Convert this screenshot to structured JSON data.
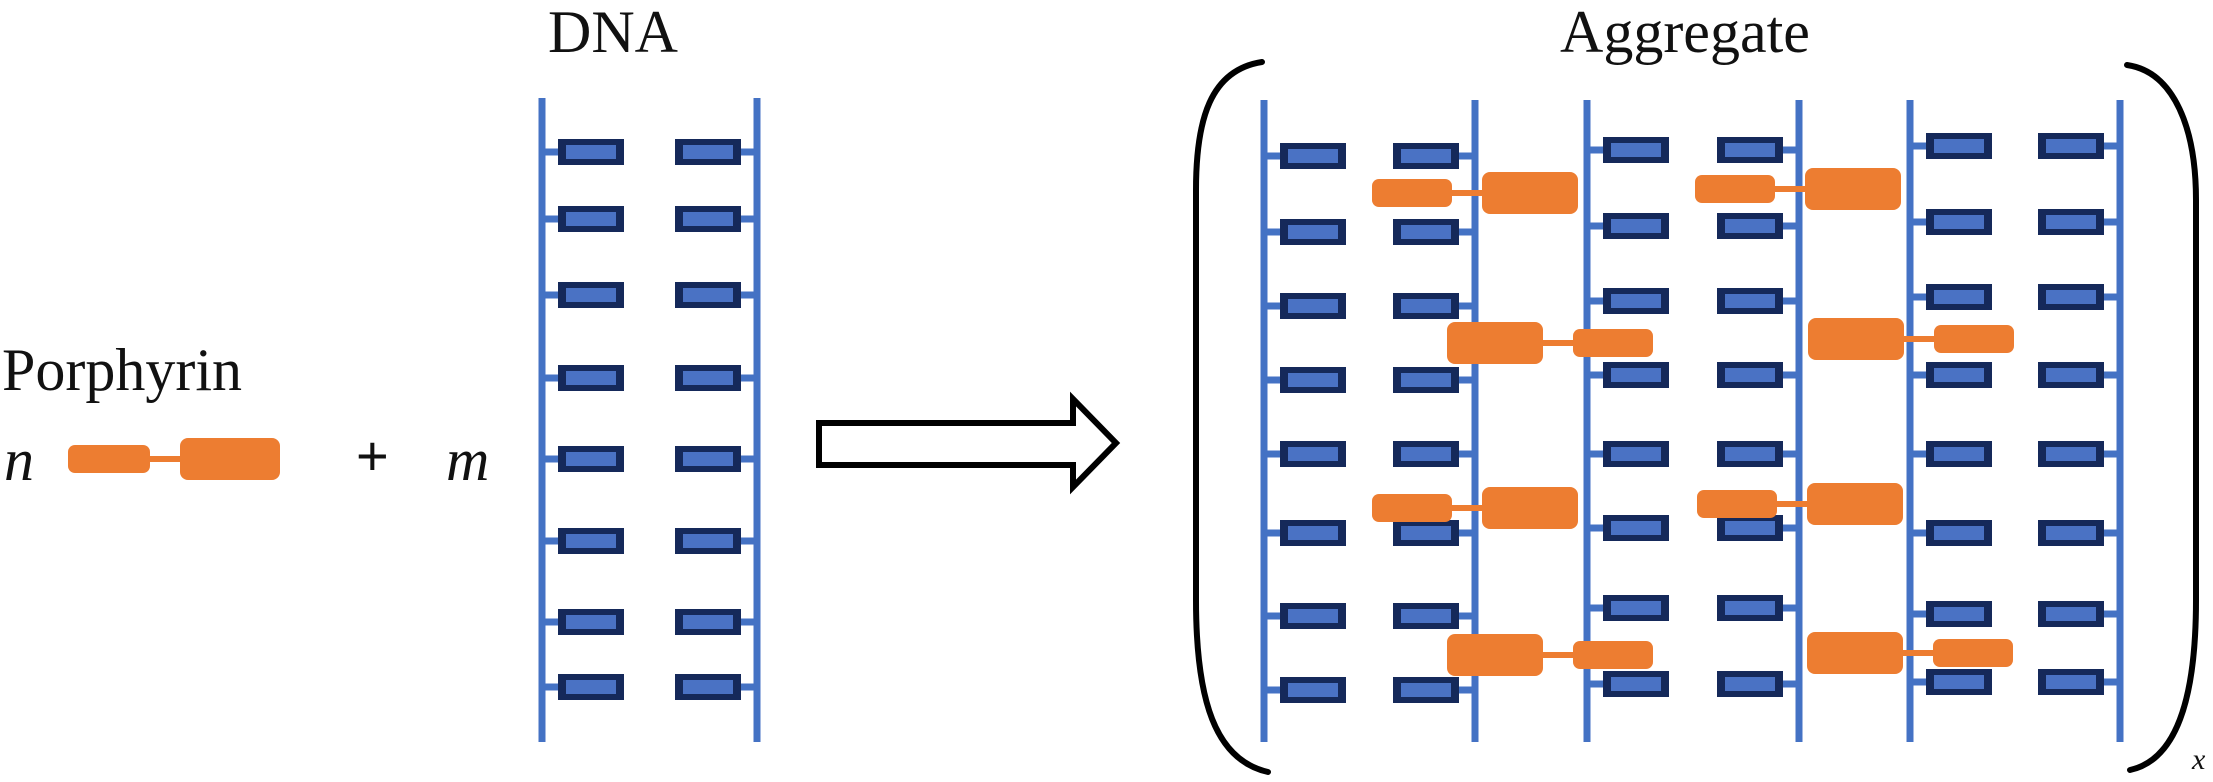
{
  "labels": {
    "dna_title": "DNA",
    "aggregate_title": "Aggregate",
    "porphyrin_label": "Porphyrin",
    "porphyrin_coefficient": "n",
    "dna_coefficient": "m",
    "plus": "+",
    "aggregate_subscript": "x"
  },
  "colors": {
    "backbone": "#4472c4",
    "base_border": "#15295a",
    "base_fill": "#4a72c4",
    "porphyrin": "#ed7d31",
    "arrow": "#000000",
    "bracket": "#000000"
  },
  "dna": {
    "base_pair_rows": 8
  },
  "aggregate": {
    "strands": 3,
    "base_pair_rows_per_strand": 8,
    "intercalated_porphyrins_per_gap": 4,
    "gaps": 2
  }
}
